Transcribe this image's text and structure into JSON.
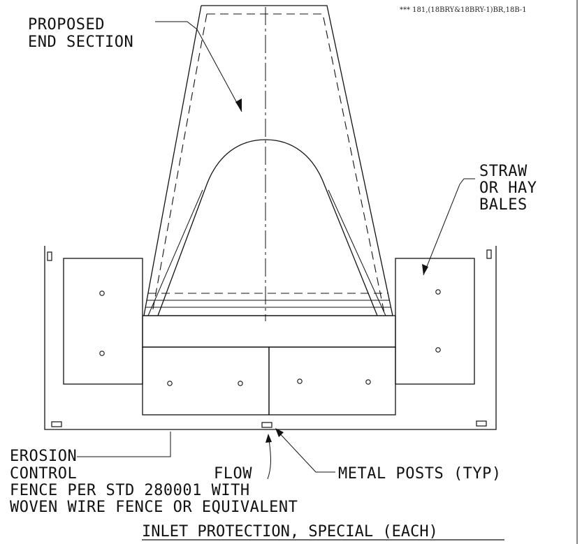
{
  "reference_note": "*** 181,(18BRY&18BRY-1)BR,18B-1",
  "labels": {
    "end_section": [
      "PROPOSED",
      "END SECTION"
    ],
    "bales": [
      "STRAW",
      "OR HAY",
      "BALES"
    ],
    "fence": [
      "EROSION",
      "CONTROL",
      "FENCE PER STD 280001 WITH",
      "WOVEN WIRE FENCE OR EQUIVALENT"
    ],
    "flow": "FLOW",
    "posts": "METAL POSTS (TYP)"
  },
  "title": "INLET PROTECTION, SPECIAL (EACH)"
}
